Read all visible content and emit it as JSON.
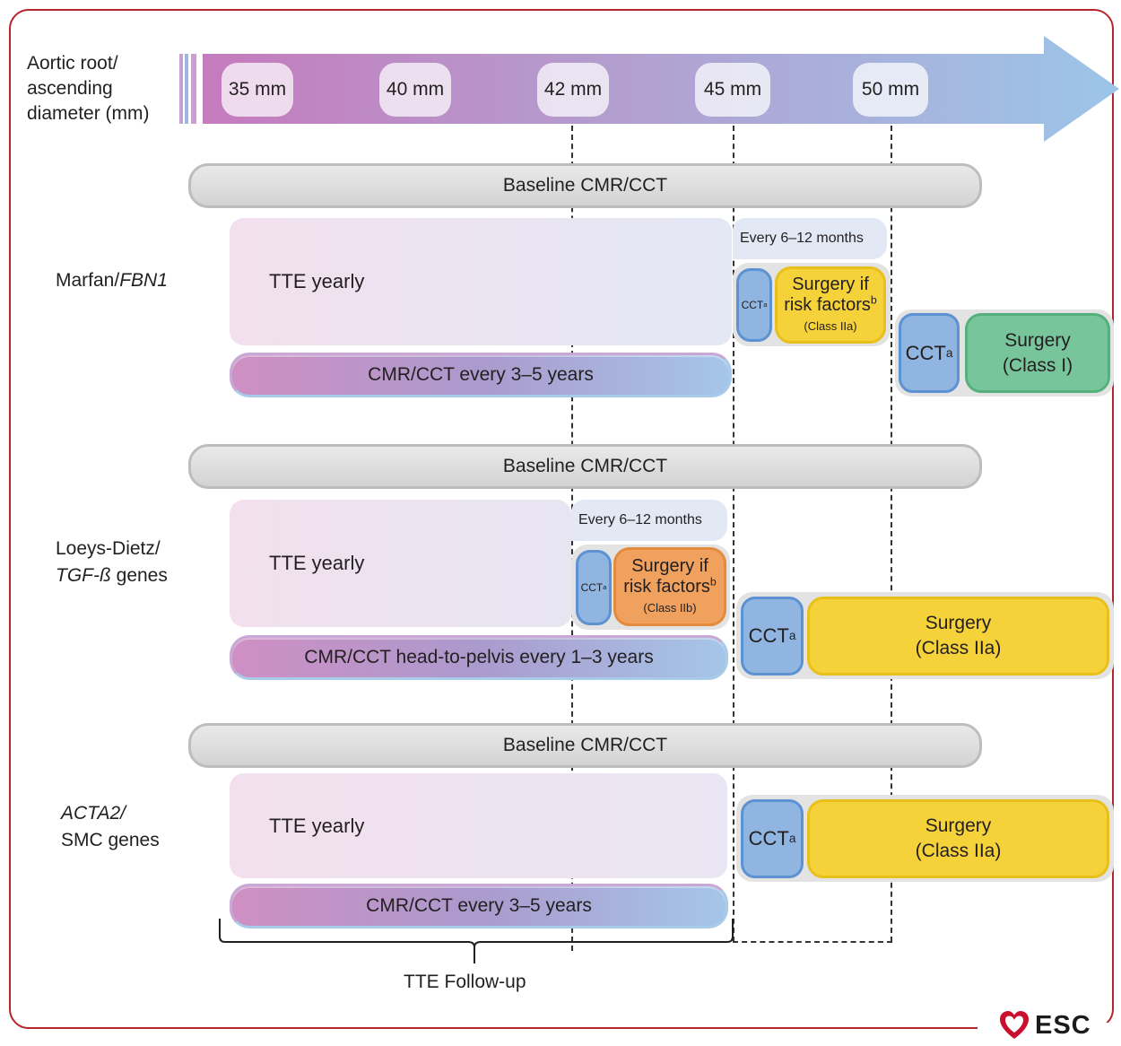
{
  "axis": {
    "label_line1": "Aortic root/",
    "label_line2": "ascending",
    "label_line3": "diameter (mm)",
    "ticks": [
      "35 mm",
      "40 mm",
      "42 mm",
      "45 mm",
      "50 mm"
    ]
  },
  "colors": {
    "frame": "#b5252c",
    "arrow_start": "#c57bbd",
    "arrow_end": "#9cc5e8",
    "cct": "#8fb5e0",
    "surgery_class_i": "#78c59b",
    "surgery_class_iia": "#f5d23a",
    "surgery_class_iib": "#f0a15e",
    "baseline": "#d8d8d8"
  },
  "rows": [
    {
      "label_line1": "Marfan/",
      "label_line2": "FBN1",
      "baseline": "Baseline CMR/CCT",
      "tte": "TTE yearly",
      "interval": "Every 6–12 months",
      "conditional": {
        "cct": "CCT",
        "cct_sup": "a",
        "surgery_line1": "Surgery if",
        "surgery_line2": "risk factors",
        "surgery_sup": "b",
        "class": "(Class IIa)"
      },
      "imaging": "CMR/CCT every 3–5 years",
      "final": {
        "cct": "CCT",
        "cct_sup": "a",
        "surgery": "Surgery",
        "class": "(Class I)"
      }
    },
    {
      "label_line1": "Loeys-Dietz/",
      "label_line2_italic": "TGF-ß",
      "label_line2_rest": " genes",
      "baseline": "Baseline CMR/CCT",
      "tte": "TTE yearly",
      "interval": "Every 6–12 months",
      "conditional": {
        "cct": "CCT",
        "cct_sup": "a",
        "surgery_line1": "Surgery if",
        "surgery_line2": "risk factors",
        "surgery_sup": "b",
        "class": "(Class IIb)"
      },
      "imaging": "CMR/CCT head-to-pelvis every 1–3 years",
      "final": {
        "cct": "CCT",
        "cct_sup": "a",
        "surgery": "Surgery",
        "class": "(Class IIa)"
      }
    },
    {
      "label_line1": "ACTA2/",
      "label_line2": "SMC genes",
      "baseline": "Baseline CMR/CCT",
      "tte": "TTE yearly",
      "imaging": "CMR/CCT every 3–5 years",
      "final": {
        "cct": "CCT",
        "cct_sup": "a",
        "surgery": "Surgery",
        "class": "(Class IIa)"
      }
    }
  ],
  "footer": {
    "tte_followup": "TTE Follow-up",
    "logo_text": "ESC"
  }
}
